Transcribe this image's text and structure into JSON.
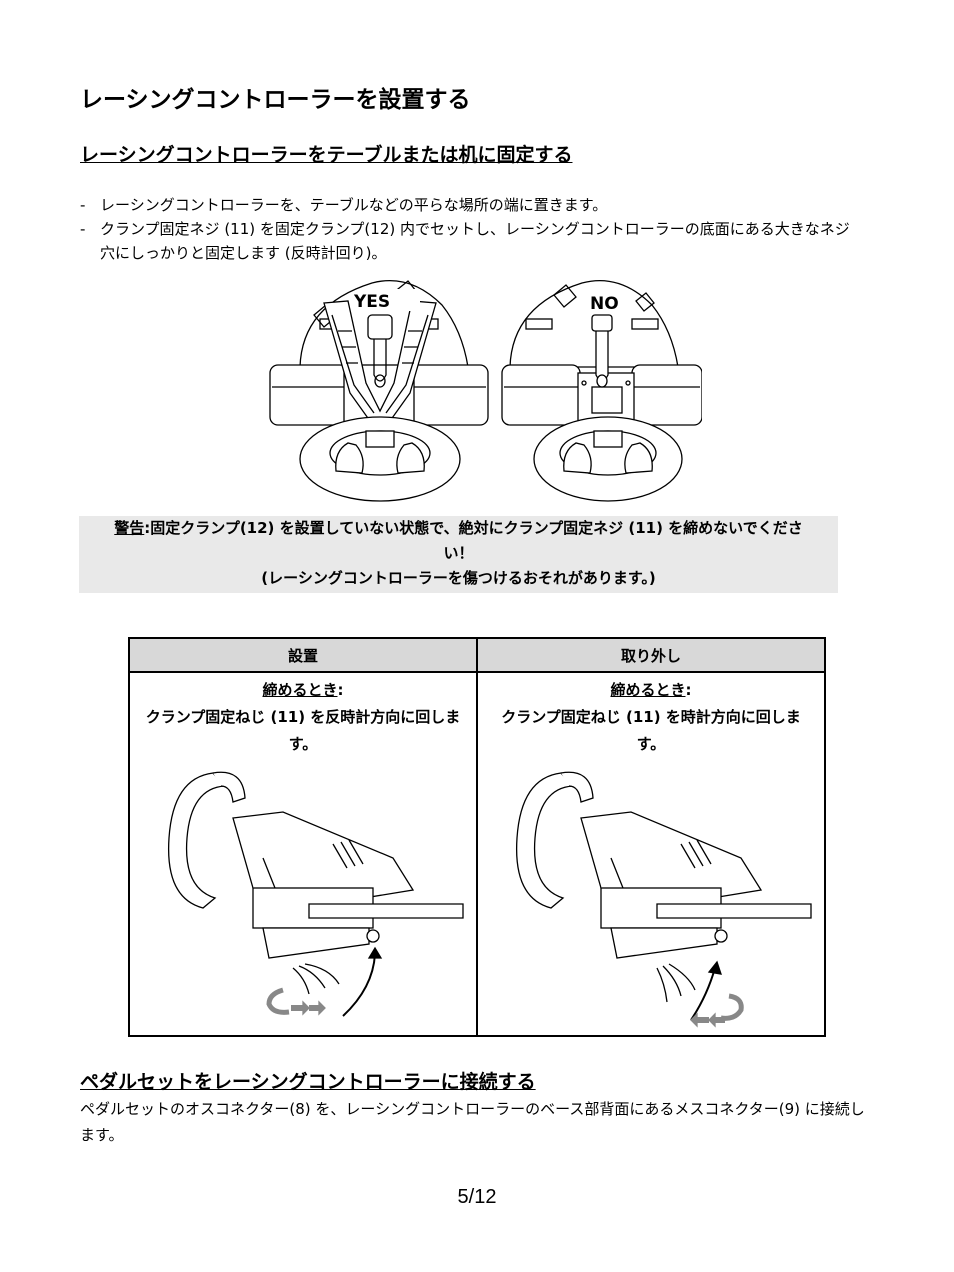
{
  "title": "レーシングコントローラーを設置する",
  "subtitle": "レーシングコントローラーをテーブルまたは机に固定する",
  "bullets": [
    {
      "dash": "-",
      "text": "レーシングコントローラーを、テーブルなどの平らな場所の端に置きます。"
    },
    {
      "dash": "-",
      "text": "クランプ固定ネジ (11) を固定クランプ(12) 内でセットし、レーシングコントローラーの底面にある大きなネジ穴にしっかりと固定します (反時計回り)。"
    }
  ],
  "illustration": {
    "yes_label": "YES",
    "no_label": "NO"
  },
  "warning": {
    "label": "警告",
    "line1": ":固定クランプ(12) を設置していない状態で、絶対にクランプ固定ネジ (11) を締めないでください！",
    "line2": "(レーシングコントローラーを傷つけるおそれがあります。)"
  },
  "table": {
    "headers": [
      "設置",
      "取り外し"
    ],
    "install": {
      "head": "締めるとき",
      "colon": ":",
      "text": "クランプ固定ねじ (11) を反時計方向に回します。"
    },
    "remove": {
      "head": "締めるとき",
      "colon": ":",
      "text": "クランプ固定ねじ (11) を時計方向に回します。"
    }
  },
  "pedal_section": {
    "heading": "ペダルセットをレーシングコントローラーに接続する",
    "text": "ペダルセットのオスコネクター(8) を、レーシングコントローラーのベース部背面にあるメスコネクター(9) に接続します。"
  },
  "page_number": "5/12",
  "colors": {
    "warning_bg": "#e9e9e9",
    "table_header_bg": "#d8d8d8",
    "arrow_gray": "#888888"
  }
}
